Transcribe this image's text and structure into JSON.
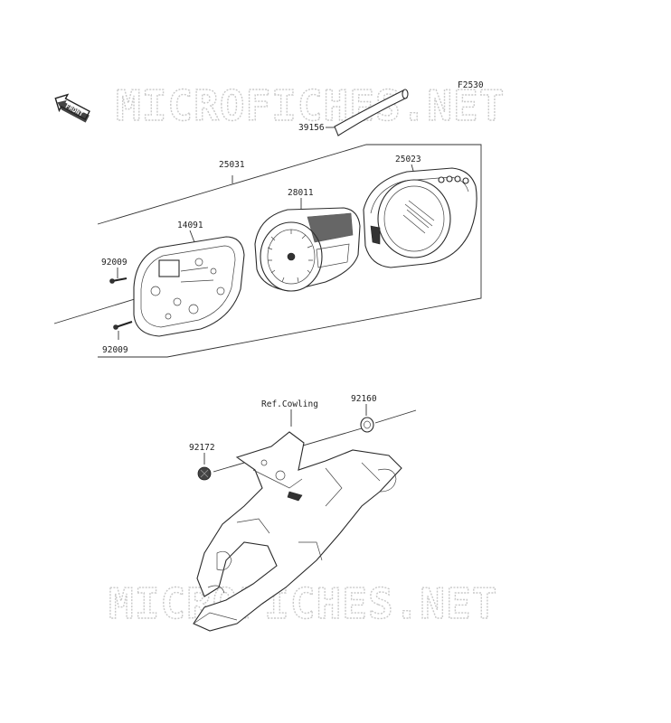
{
  "diagram_code": "F2530",
  "front_badge": "FRONT",
  "watermark_top": "MICROFICHES.NET",
  "watermark_bottom": "MICROFICHES.NET",
  "labels": {
    "p39156": "39156",
    "p25031": "25031",
    "p25023": "25023",
    "p28011": "28011",
    "p14091": "14091",
    "p92009a": "92009",
    "p92009b": "92009",
    "p92160": "92160",
    "refcowling": "Ref.Cowling",
    "p92172": "92172"
  }
}
